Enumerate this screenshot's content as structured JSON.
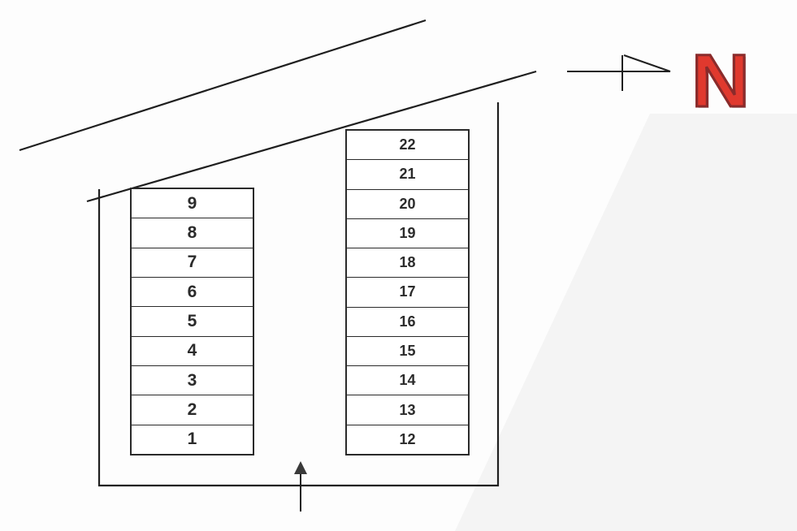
{
  "north": {
    "label": "N",
    "color": "#e0392e"
  },
  "parking": {
    "left_column": [
      "9",
      "8",
      "7",
      "6",
      "5",
      "4",
      "3",
      "2",
      "1"
    ],
    "right_column": [
      "22",
      "21",
      "20",
      "19",
      "18",
      "17",
      "16",
      "15",
      "14",
      "13",
      "12"
    ]
  },
  "icons": {
    "north_arrow": "north-arrow-icon",
    "entrance_arrow": "entrance-arrow-icon"
  }
}
